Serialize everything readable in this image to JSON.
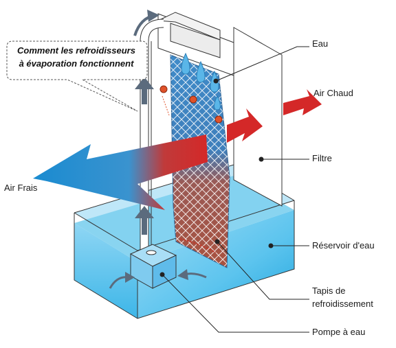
{
  "title": "Comment les refroidisseurs à évaporation fonctionnent",
  "title_lines": [
    "Comment les refroidisseurs",
    "à évaporation fonctionnent"
  ],
  "labels": {
    "eau": "Eau",
    "air_chaud": "Air Chaud",
    "filtre": "Filtre",
    "air_frais": "Air Frais",
    "reservoir": "Réservoir d'eau",
    "tapis_line1": "Tapis de",
    "tapis_line2": "refroidissement",
    "pompe": "Pompe à eau"
  },
  "colors": {
    "water": "#5cc4ee",
    "water_dark": "#1aa3dc",
    "cool_air": "#1d8fd1",
    "hot_air": "#d62a2a",
    "pad": "#3e86c2",
    "droplet": "#5ab6e8",
    "particle": "#e0522a",
    "pipe_arrow": "#5b6b7d"
  }
}
